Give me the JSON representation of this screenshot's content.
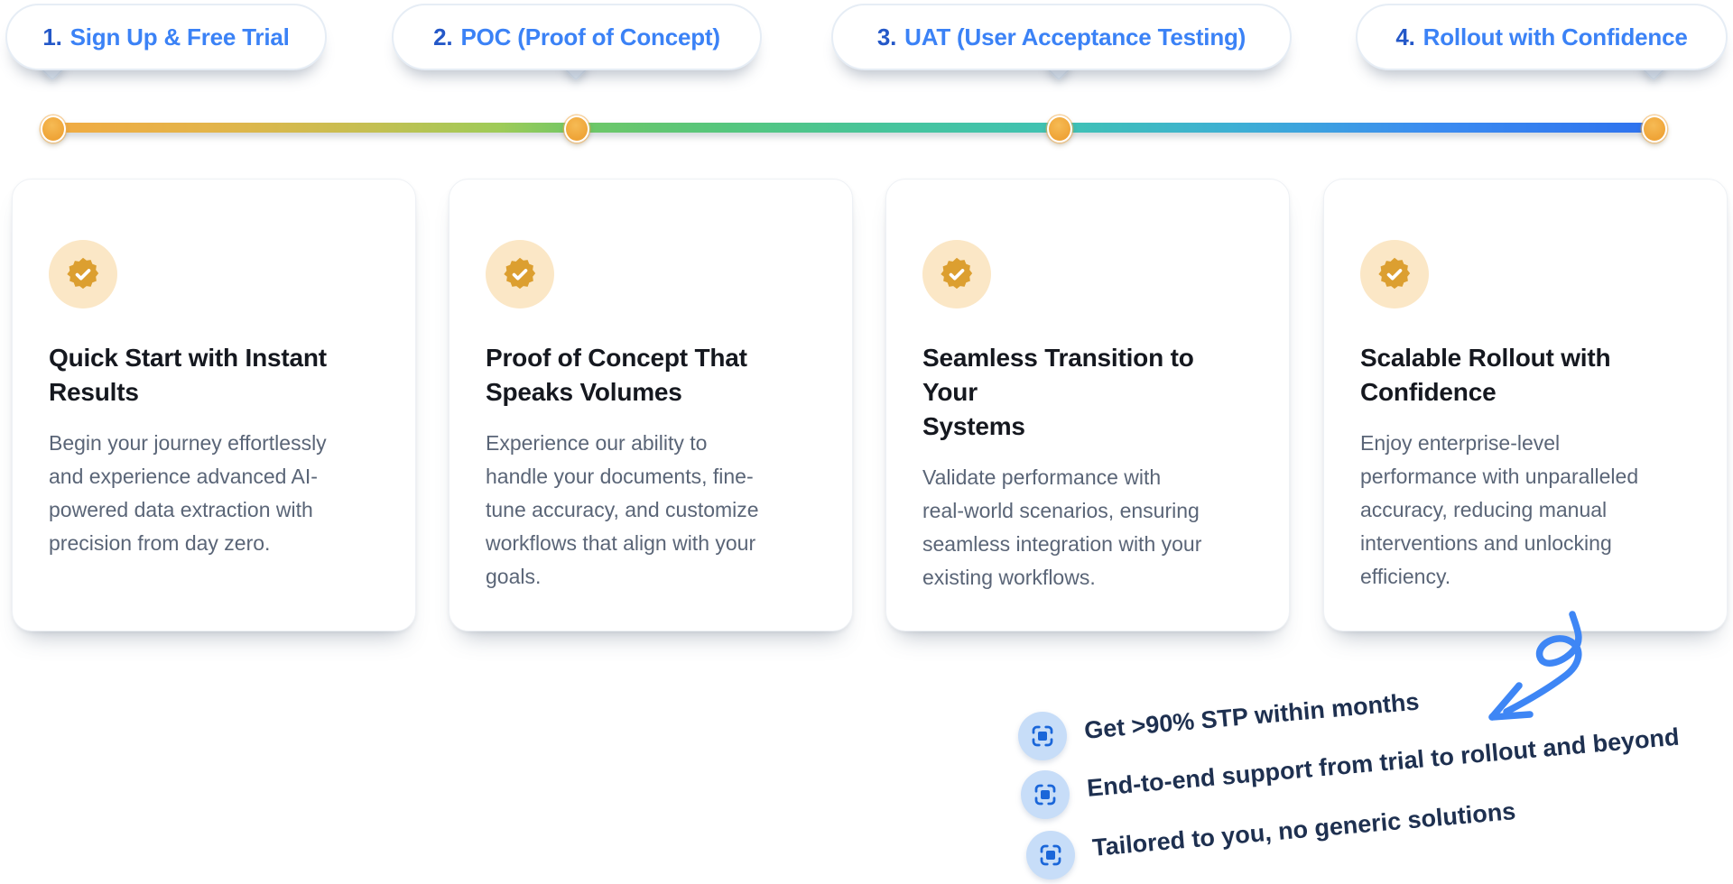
{
  "colors": {
    "accent_blue": "#3B82F6",
    "bubble_number_blue": "#2458C8",
    "navy_text": "#1E3050",
    "title_text": "#15181F",
    "body_text": "#5A6577",
    "badge_amber": "#DC9F30",
    "badge_circle_bg": "#FBE7C6",
    "dot_orange": "#F2A93C",
    "scan_icon_blue": "#1A66D9",
    "scan_icon_circle_bg": "#C7DDF8",
    "timeline_gradient": [
      "#F1AB43",
      "#C4BF52",
      "#6FC767",
      "#46C49B",
      "#3FC2B4",
      "#3B8CF0",
      "#2E72EE"
    ]
  },
  "steps": [
    {
      "bubble": {
        "number": "1.",
        "label": "Sign Up & Free Trial"
      },
      "card": {
        "title": "Quick Start with Instant\nResults",
        "body": "Begin your journey effortlessly\nand experience advanced AI-\npowered data extraction with\nprecision from day zero."
      }
    },
    {
      "bubble": {
        "number": "2.",
        "label": "POC (Proof of Concept)"
      },
      "card": {
        "title": "Proof of Concept That\nSpeaks Volumes",
        "body": "Experience our ability to\nhandle your documents, fine-\ntune accuracy, and customize\nworkflows that align with your\ngoals."
      }
    },
    {
      "bubble": {
        "number": "3.",
        "label": "UAT (User Acceptance Testing)"
      },
      "card": {
        "title": "Seamless Transition to Your\nSystems",
        "body": "Validate performance with\nreal-world scenarios, ensuring\nseamless integration with your\nexisting workflows."
      }
    },
    {
      "bubble": {
        "number": "4.",
        "label": "Rollout with Confidence"
      },
      "card": {
        "title": "Scalable Rollout with\nConfidence",
        "body": "Enjoy enterprise-level\nperformance with unparalleled\naccuracy, reducing manual\ninterventions and unlocking\nefficiency."
      }
    }
  ],
  "highlights": [
    {
      "icon": "scan-frame-icon",
      "text": "Get >90% STP within months"
    },
    {
      "icon": "scan-frame-icon",
      "text": "End-to-end support from trial to rollout and beyond"
    },
    {
      "icon": "scan-frame-icon",
      "text": "Tailored to you, no generic solutions"
    }
  ]
}
